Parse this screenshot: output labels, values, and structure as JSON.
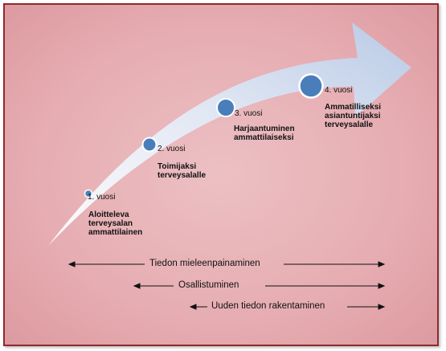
{
  "stages": [
    {
      "year": "1. vuosi",
      "title_lines": [
        "Aloitteleva",
        "terveysalan",
        "ammattilainen"
      ]
    },
    {
      "year": "2. vuosi",
      "title_lines": [
        "Toimijaksi",
        "terveysalalle"
      ]
    },
    {
      "year": "3. vuosi",
      "title_lines": [
        "Harjaantuminen",
        "ammattilaiseksi"
      ]
    },
    {
      "year": "4. vuosi",
      "title_lines": [
        "Ammatilliseksi",
        "asiantuntijaksi",
        "terveysalalle"
      ]
    }
  ],
  "arrows": [
    {
      "label": "Tiedon mieleenpainaminen",
      "direction": "both"
    },
    {
      "label": "Osallistuminen",
      "direction": "both"
    },
    {
      "label": "Uuden tiedon rakentaminen",
      "direction": "both"
    }
  ],
  "colors": {
    "frame_border": "#8e2a2c",
    "background": "#e6adb2",
    "curve_arrow": "#c9d6ec",
    "circle_fill": "#4a7ebb",
    "circle_stroke": "#ffffff"
  }
}
